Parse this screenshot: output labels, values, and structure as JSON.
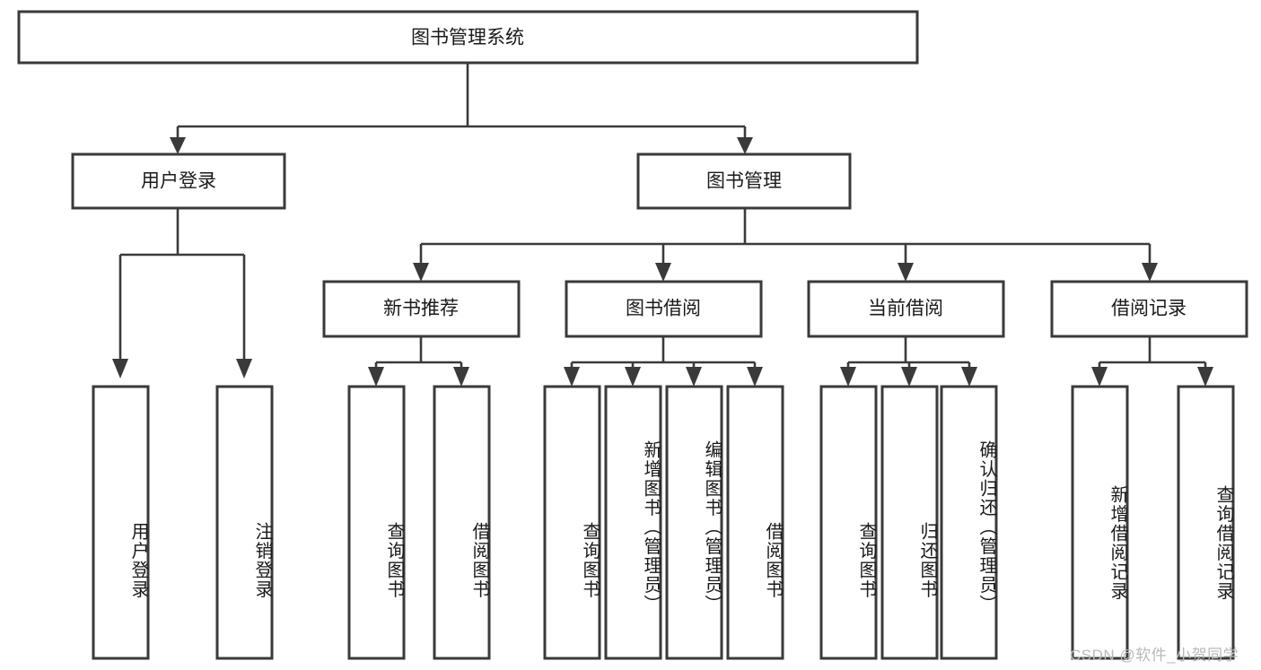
{
  "diagram": {
    "title": "图书管理系统",
    "watermark": "CSDN @软件_小贺同学",
    "colors": {
      "box_stroke": "#3a3a3a",
      "box_fill": "#ffffff",
      "text": "#1a1a1a",
      "connector": "#3a3a3a",
      "watermark": "#b9b9b9",
      "background": "#ffffff"
    },
    "levels": {
      "root": {
        "label": "图书管理系统"
      },
      "level2": [
        {
          "label": "用户登录"
        },
        {
          "label": "图书管理"
        }
      ],
      "level3": [
        {
          "label": "新书推荐"
        },
        {
          "label": "图书借阅"
        },
        {
          "label": "当前借阅"
        },
        {
          "label": "借阅记录"
        }
      ],
      "leaves": {
        "user_login": [
          {
            "label": "用户登录"
          },
          {
            "label": "注销登录"
          }
        ],
        "new_book_recommend": [
          {
            "label": "查询图书"
          },
          {
            "label": "借阅图书"
          }
        ],
        "book_borrow": [
          {
            "label": "查询图书"
          },
          {
            "label": "新增图书（管理员）"
          },
          {
            "label": "编辑图书（管理员）"
          },
          {
            "label": "借阅图书"
          }
        ],
        "current_borrow": [
          {
            "label": "查询图书"
          },
          {
            "label": "归还图书"
          },
          {
            "label": "确认归还（管理员）"
          }
        ],
        "borrow_record": [
          {
            "label": "新增借阅记录"
          },
          {
            "label": "查询借阅记录"
          }
        ]
      }
    }
  }
}
